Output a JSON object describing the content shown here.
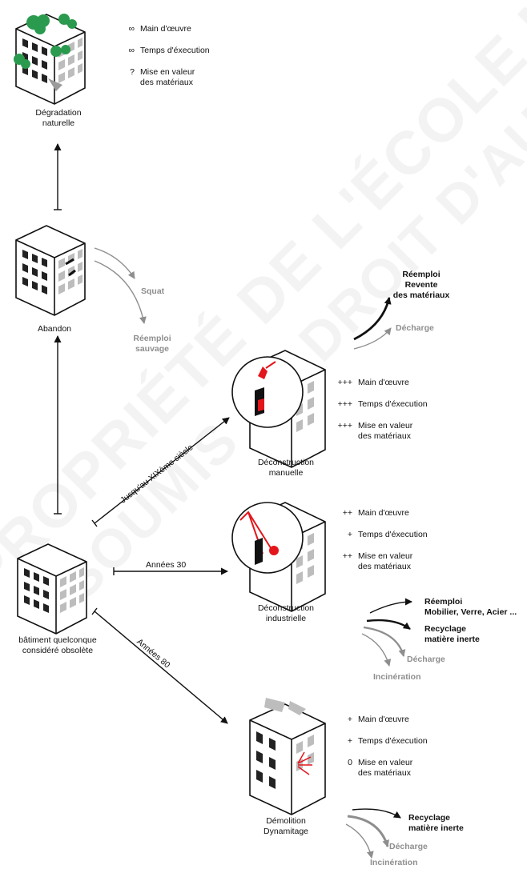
{
  "colors": {
    "accent": "#e3161c",
    "tree": "#2a9a4e",
    "gray": "#8e8e8e",
    "ink": "#111111"
  },
  "watermark": {
    "line1": "PROPRIÉTÉ DE L'ÉCOLE NATIONALE SUPÉRIEURE D'ARCHITECTURE DE NANTES",
    "line2": "SOUMIS AU DROIT D'AUTEUR"
  },
  "degradation": {
    "caption_line1": "Dégradation",
    "caption_line2": "naturelle",
    "items": [
      {
        "mark": "∞",
        "line1": "Main d'œuvre",
        "line2": ""
      },
      {
        "mark": "∞",
        "line1": "Temps d'éxecution",
        "line2": ""
      },
      {
        "mark": "?",
        "line1": "Mise en valeur",
        "line2": "des matériaux"
      }
    ]
  },
  "abandon": {
    "caption": "Abandon",
    "squat": "Squat",
    "reemploi_line1": "Réemploi",
    "reemploi_line2": "sauvage"
  },
  "start": {
    "caption_line1": "bâtiment quelconque",
    "caption_line2": "considéré obsolète"
  },
  "arrows": {
    "xix": "Jusqu'au XIXème siècle",
    "annees30": "Années 30",
    "annees80": "Années 80"
  },
  "manual": {
    "caption_line1": "Déconstruction",
    "caption_line2": "manuelle",
    "items": [
      {
        "mark": "+++",
        "line1": "Main d'œuvre",
        "line2": ""
      },
      {
        "mark": "+++",
        "line1": "Temps d'éxecution",
        "line2": ""
      },
      {
        "mark": "+++",
        "line1": "Mise en valeur",
        "line2": "des matériaux"
      }
    ],
    "out_bold_1": "Réemploi",
    "out_bold_2": "Revente",
    "out_bold_3": "des matériaux",
    "out_gray_1": "Décharge"
  },
  "industrial": {
    "caption_line1": "Déconstruction",
    "caption_line2": "industrielle",
    "items": [
      {
        "mark": "++",
        "line1": "Main d'œuvre",
        "line2": ""
      },
      {
        "mark": "+",
        "line1": "Temps d'éxecution",
        "line2": ""
      },
      {
        "mark": "++",
        "line1": "Mise en valeur",
        "line2": "des matériaux"
      }
    ],
    "out_bold_1": "Réemploi",
    "out_bold_2": "Mobilier, Verre, Acier ...",
    "out_bold_3": "Recyclage",
    "out_bold_4": "matière inerte",
    "out_gray_1": "Décharge",
    "out_gray_2": "Incinération"
  },
  "demolition": {
    "caption_line1": "Démolition",
    "caption_line2": "Dynamitage",
    "items": [
      {
        "mark": "+",
        "line1": "Main d'œuvre",
        "line2": ""
      },
      {
        "mark": "+",
        "line1": "Temps d'éxecution",
        "line2": ""
      },
      {
        "mark": "0",
        "line1": "Mise en valeur",
        "line2": "des matériaux"
      }
    ],
    "out_bold_1": "Recyclage",
    "out_bold_2": "matière inerte",
    "out_gray_1": "Décharge",
    "out_gray_2": "Incinération"
  }
}
